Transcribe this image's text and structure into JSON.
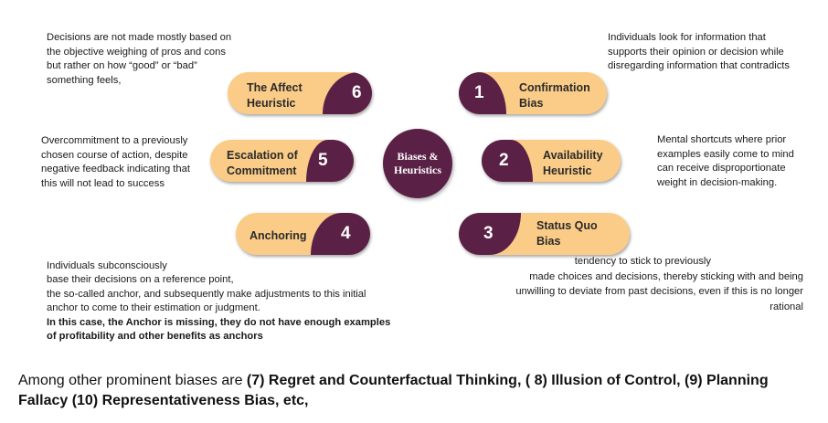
{
  "center": {
    "label": "Biases &\nHeuristics"
  },
  "biases": [
    {
      "number": "1",
      "label": "Confirmation\nBias",
      "description": "Individuals look for information that\nsupports their opinion or decision while\ndisregarding information that contradicts"
    },
    {
      "number": "2",
      "label": "Availability\nHeuristic",
      "description": "Mental shortcuts where prior\nexamples easily come to mind\ncan receive disproportionate\nweight in decision-making."
    },
    {
      "number": "3",
      "label": "Status Quo\nBias",
      "description_lines": [
        "tendency to stick to previously",
        "made choices and decisions, thereby sticking with and being",
        "unwilling to deviate from past decisions, even if this is no longer",
        "rational"
      ]
    },
    {
      "number": "4",
      "label": "Anchoring",
      "description": "Individuals subconsciously\nbase their decisions on a reference point,\nthe so-called anchor, and subsequently make adjustments to  this initial\nanchor to come to their estimation or judgment.",
      "note": "In this case, the Anchor is missing, they do not have enough examples\nof profitability and other benefits as anchors"
    },
    {
      "number": "5",
      "label": "Escalation of\nCommitment",
      "description": "Overcommitment to a previously\nchosen course of action, despite\nnegative feedback indicating that\nthis will not lead to success"
    },
    {
      "number": "6",
      "label": "The Affect\nHeuristic",
      "description": "Decisions are not made mostly based on\nthe objective weighing of pros and cons\nbut rather on how “good” or “bad”\nsomething feels,"
    }
  ],
  "footer": {
    "intro": "Among other prominent biases are ",
    "list": "(7) Regret and Counterfactual Thinking, ( 8) Illusion of Control, (9) Planning Fallacy (10) Representativeness Bias, etc,"
  },
  "colors": {
    "pill": "#fbcc88",
    "accent": "#5a2046",
    "text": "#1a1a1a"
  }
}
